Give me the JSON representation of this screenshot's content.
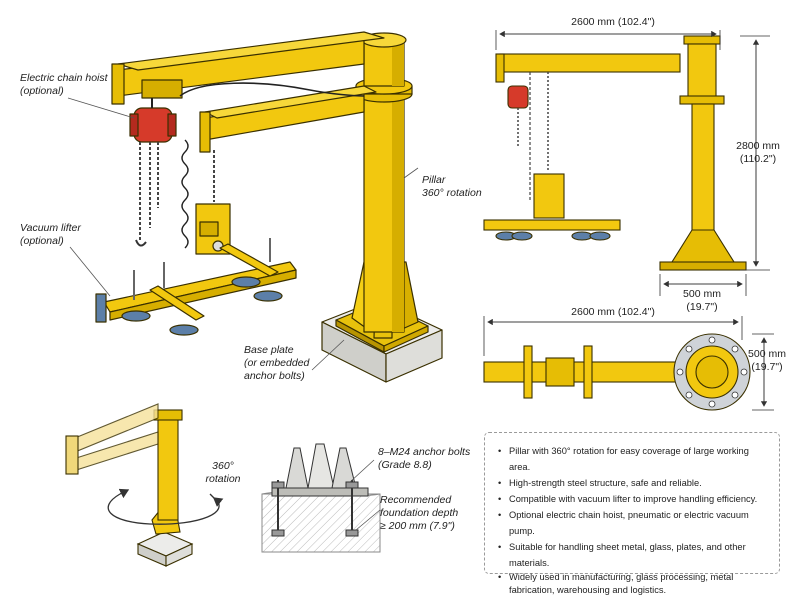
{
  "colors": {
    "steel": "#f2c80f",
    "steel_dark": "#c9a000",
    "hoist": "#d63a2a",
    "cup": "#5c7fa8",
    "concrete": "#d9d9d4"
  },
  "labels": {
    "hoist": "Electric chain hoist\n(optional)",
    "vacuum": "Vacuum lifter\n(optional)",
    "pillar": "Pillar\n360° rotation",
    "base": "Base plate\n(or embedded\nanchor bolts)",
    "rotation": "360°\nrotation",
    "anchor_bolts": "8–M24 anchor bolts\n(Grade 8.8)",
    "foundation": "Recommended\nfoundation depth\n≥ 200 mm (7.9\")"
  },
  "dimensions": {
    "side_width": "2600 mm (102.4\")",
    "side_height": "2800 mm\n(110.2\")",
    "side_base": "500 mm\n(19.7\")",
    "top_width": "2600 mm (102.4\")",
    "top_base": "500 mm\n(19.7\")"
  },
  "features": [
    "Pillar with 360° rotation for easy coverage of large working area.",
    "High-strength steel structure, safe and reliable.",
    "Compatible with vacuum lifter to improve handling efficiency.",
    "Optional electric chain hoist, pneumatic or electric vacuum pump.",
    "Suitable for handling sheet metal, glass, plates, and other materials.",
    "Widely used in manufacturing, glass processing, metal fabrication, warehousing and logistics."
  ]
}
